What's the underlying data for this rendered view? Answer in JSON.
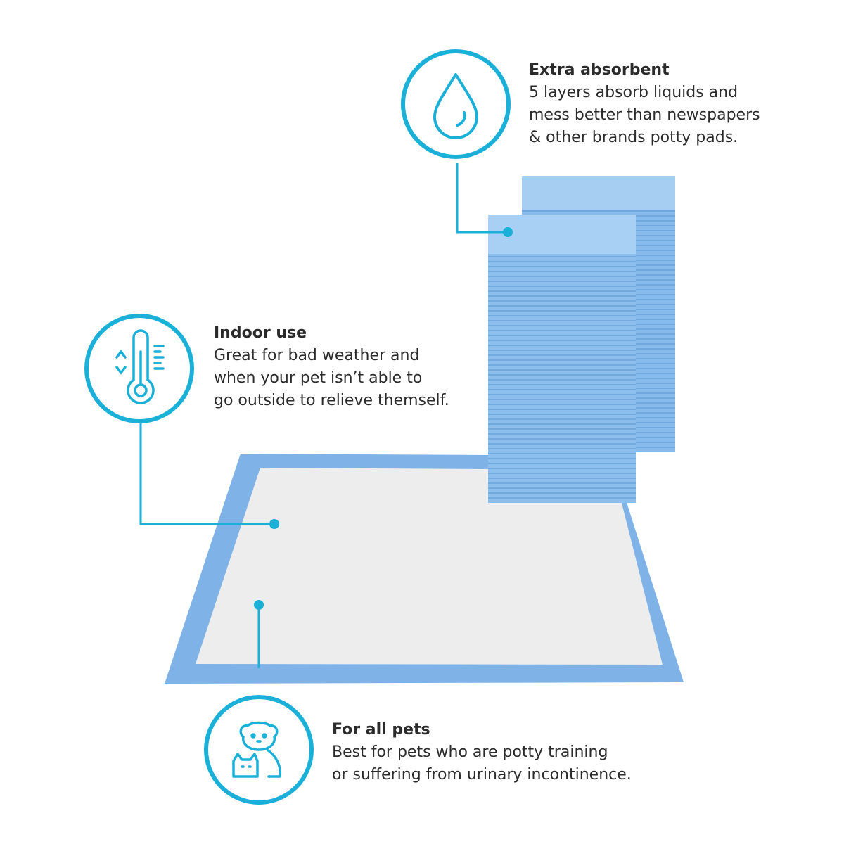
{
  "features": {
    "absorbent": {
      "title": "Extra absorbent",
      "lines": [
        "5 layers absorb liquids and",
        "mess better than newspapers",
        "& other brands potty pads."
      ],
      "icon": "water-drop-icon"
    },
    "indoor": {
      "title": "Indoor use",
      "lines": [
        "Great for bad weather and",
        "when your pet isn’t able to",
        "go outside to relieve themself."
      ],
      "icon": "thermometer-icon"
    },
    "pets": {
      "title": "For all pets",
      "lines": [
        "Best for pets who are potty training",
        "or suffering from urinary incontinence."
      ],
      "icon": "dog-cat-icon"
    }
  },
  "colors": {
    "accent": "#1ab0d8",
    "pad_border": "#7fb3e8",
    "pad_center": "#ededed",
    "text": "#2b2b2b"
  }
}
